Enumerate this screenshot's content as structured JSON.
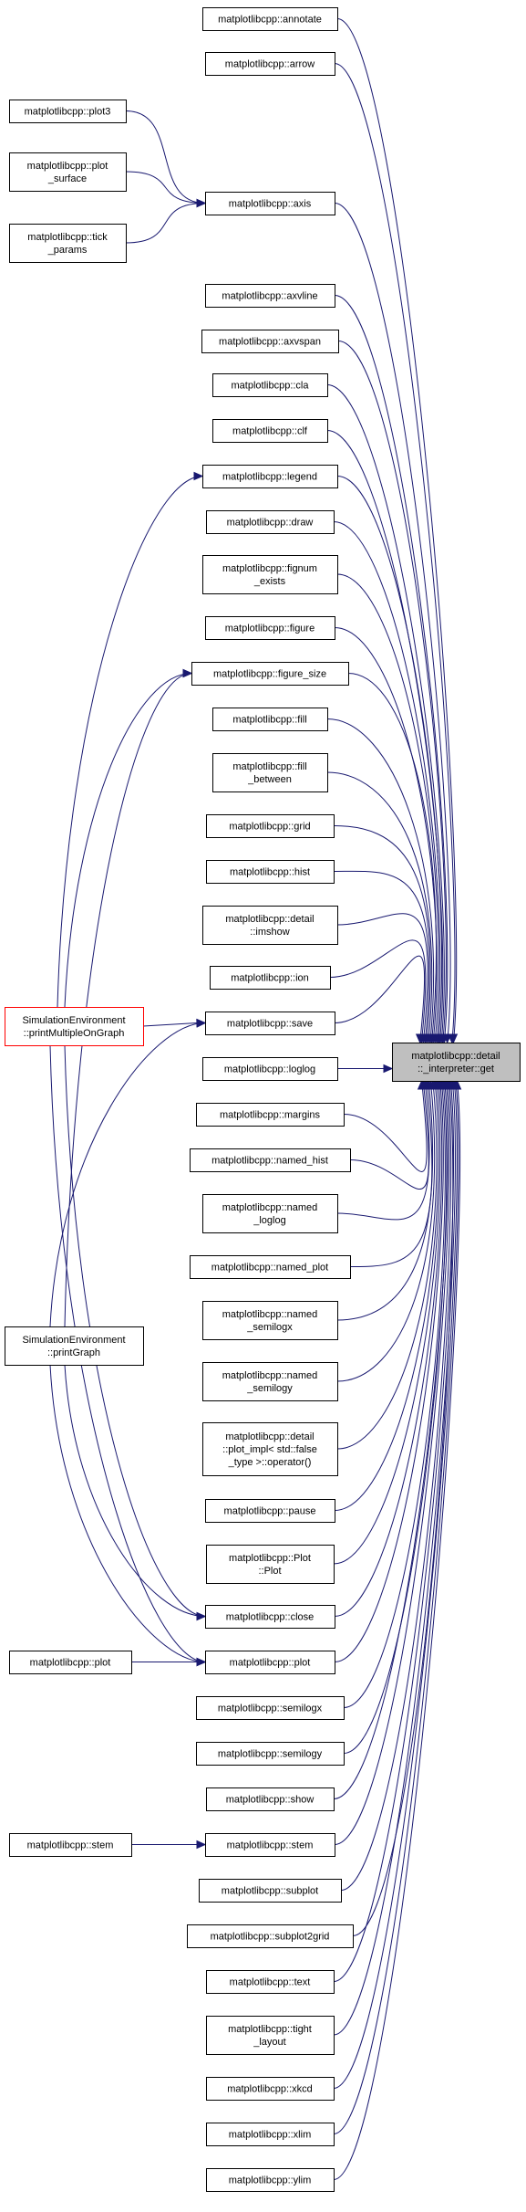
{
  "root": [
    "matplotlibcpp::detail",
    "::_interpreter::get"
  ],
  "functions": [
    [
      "matplotlibcpp::annotate"
    ],
    [
      "matplotlibcpp::arrow"
    ],
    [
      "matplotlibcpp::axis"
    ],
    [
      "matplotlibcpp::axvline"
    ],
    [
      "matplotlibcpp::axvspan"
    ],
    [
      "matplotlibcpp::cla"
    ],
    [
      "matplotlibcpp::clf"
    ],
    [
      "matplotlibcpp::legend"
    ],
    [
      "matplotlibcpp::draw"
    ],
    [
      "matplotlibcpp::fignum",
      "_exists"
    ],
    [
      "matplotlibcpp::figure"
    ],
    [
      "matplotlibcpp::figure_size"
    ],
    [
      "matplotlibcpp::fill"
    ],
    [
      "matplotlibcpp::fill",
      "_between"
    ],
    [
      "matplotlibcpp::grid"
    ],
    [
      "matplotlibcpp::hist"
    ],
    [
      "matplotlibcpp::detail",
      "::imshow"
    ],
    [
      "matplotlibcpp::ion"
    ],
    [
      "matplotlibcpp::save"
    ],
    [
      "matplotlibcpp::loglog"
    ],
    [
      "matplotlibcpp::margins"
    ],
    [
      "matplotlibcpp::named_hist"
    ],
    [
      "matplotlibcpp::named",
      "_loglog"
    ],
    [
      "matplotlibcpp::named_plot"
    ],
    [
      "matplotlibcpp::named",
      "_semilogx"
    ],
    [
      "matplotlibcpp::named",
      "_semilogy"
    ],
    [
      "matplotlibcpp::detail",
      "::plot_impl< std::false",
      "_type >::operator()"
    ],
    [
      "matplotlibcpp::pause"
    ],
    [
      "matplotlibcpp::Plot",
      "::Plot"
    ],
    [
      "matplotlibcpp::close"
    ],
    [
      "matplotlibcpp::plot"
    ],
    [
      "matplotlibcpp::semilogx"
    ],
    [
      "matplotlibcpp::semilogy"
    ],
    [
      "matplotlibcpp::show"
    ],
    [
      "matplotlibcpp::stem"
    ],
    [
      "matplotlibcpp::subplot"
    ],
    [
      "matplotlibcpp::subplot2grid"
    ],
    [
      "matplotlibcpp::text"
    ],
    [
      "matplotlibcpp::tight",
      "_layout"
    ],
    [
      "matplotlibcpp::xkcd"
    ],
    [
      "matplotlibcpp::xlim"
    ],
    [
      "matplotlibcpp::ylim"
    ]
  ],
  "callers": [
    [
      "matplotlibcpp::plot3"
    ],
    [
      "matplotlibcpp::plot",
      "_surface"
    ],
    [
      "matplotlibcpp::tick",
      "_params"
    ],
    [
      "SimulationEnvironment",
      "::printMultipleOnGraph"
    ],
    [
      "SimulationEnvironment",
      "::printGraph"
    ],
    [
      "matplotlibcpp::plot"
    ],
    [
      "matplotlibcpp::stem"
    ]
  ],
  "colors": {
    "edge": "#191970",
    "root_fill": "#bfbfbf",
    "node_border": "#000000",
    "external_border": "#ff0000"
  }
}
